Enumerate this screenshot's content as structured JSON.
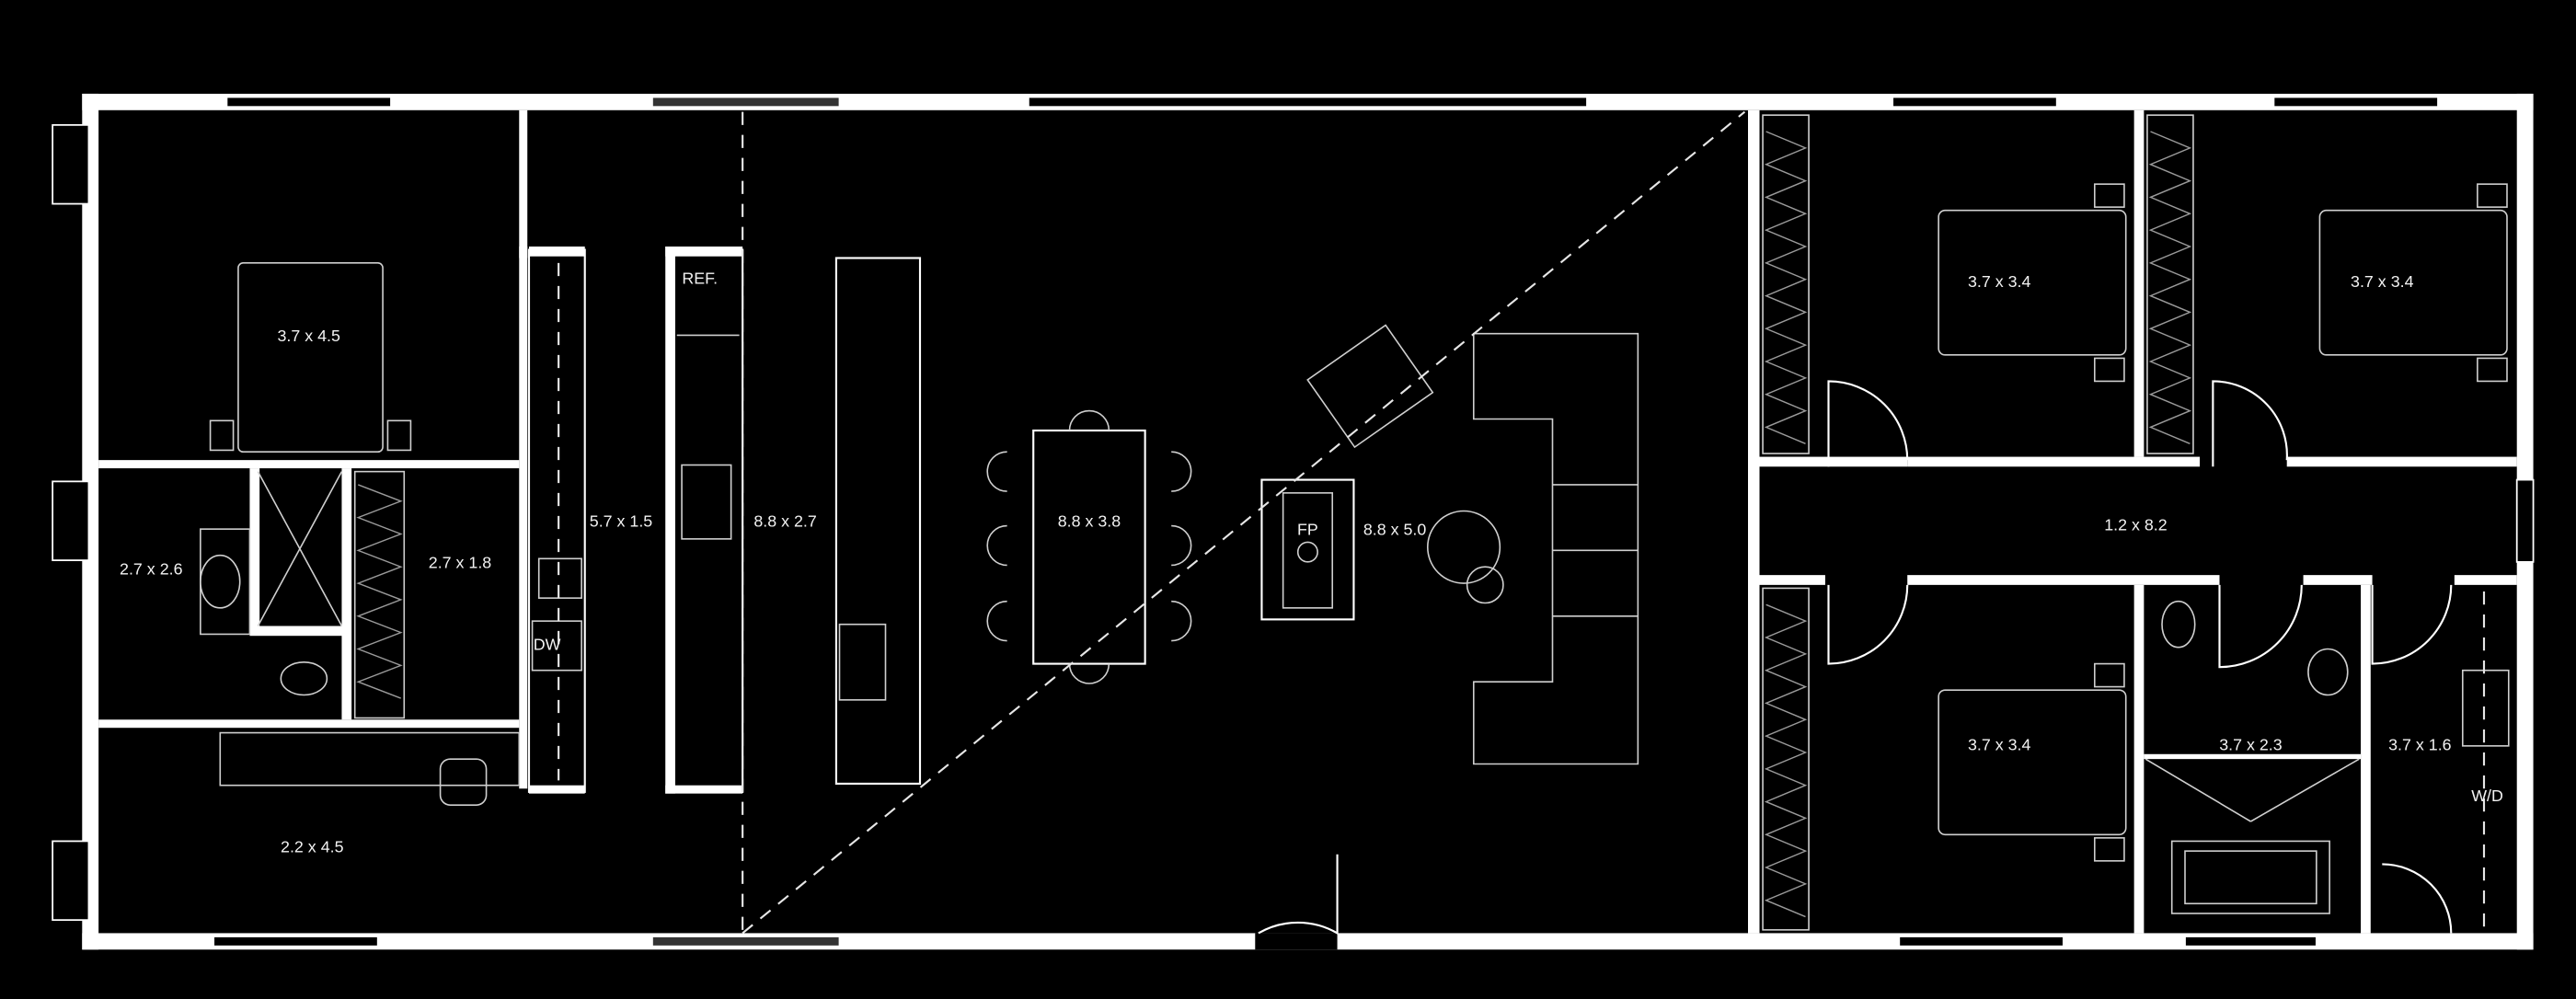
{
  "plan": {
    "rooms": [
      {
        "id": "master-bedroom",
        "label": "3.7 x 4.5"
      },
      {
        "id": "ensuite",
        "label": "2.7 x 2.6"
      },
      {
        "id": "walk-in-robe",
        "label": "2.7 x 1.8"
      },
      {
        "id": "study",
        "label": "2.2 x 4.5"
      },
      {
        "id": "pantry",
        "label": "5.7 x 1.5"
      },
      {
        "id": "kitchen",
        "label": "8.8 x 2.7"
      },
      {
        "id": "dining",
        "label": "8.8 x 3.8"
      },
      {
        "id": "living",
        "label": "8.8 x 5.0"
      },
      {
        "id": "bedroom-2",
        "label": "3.7 x 3.4"
      },
      {
        "id": "bedroom-3",
        "label": "3.7 x 3.4"
      },
      {
        "id": "bedroom-4",
        "label": "3.7 x 3.4"
      },
      {
        "id": "hallway",
        "label": "1.2 x 8.2"
      },
      {
        "id": "bathroom",
        "label": "3.7 x 2.3"
      },
      {
        "id": "laundry",
        "label": "3.7 x 1.6"
      }
    ],
    "fixtures": {
      "refrigerator": "REF.",
      "dishwasher": "DW",
      "fireplace": "FP",
      "washer-dryer": "W/D"
    }
  }
}
